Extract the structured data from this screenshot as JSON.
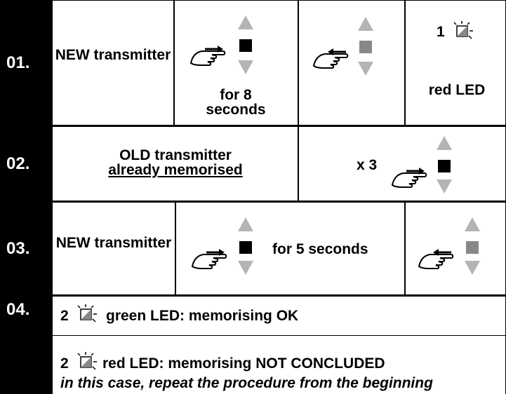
{
  "colors": {
    "black": "#000000",
    "grey": "#888888",
    "arrow_grey": "#b4b4b4",
    "white": "#ffffff"
  },
  "steps": [
    {
      "number": "01.",
      "new_label": "NEW transmitter",
      "press_duration": "for 8 seconds",
      "result_count": "1",
      "result_label": "red LED",
      "icons": [
        "hand-press-icon",
        "key-up-icon",
        "key-square-icon",
        "key-down-icon",
        "hand-release-icon",
        "led-blink-icon"
      ]
    },
    {
      "number": "02.",
      "old_label_line1": "OLD transmitter",
      "old_label_line2": "already memorised",
      "press_count": "x 3",
      "icons": [
        "hand-press-icon",
        "key-up-icon",
        "key-square-icon",
        "key-down-icon"
      ]
    },
    {
      "number": "03.",
      "new_label": "NEW transmitter",
      "press_duration": "for 5 seconds",
      "icons": [
        "hand-press-icon",
        "hand-release-icon"
      ]
    },
    {
      "number": "04.",
      "ok_count": "2",
      "ok_text": "green LED: memorising OK",
      "fail_count": "2",
      "fail_text": "red LED: memorising NOT CONCLUDED",
      "fail_note": "in this case, repeat the procedure from the beginning",
      "icons": [
        "led-blink-icon"
      ]
    }
  ]
}
